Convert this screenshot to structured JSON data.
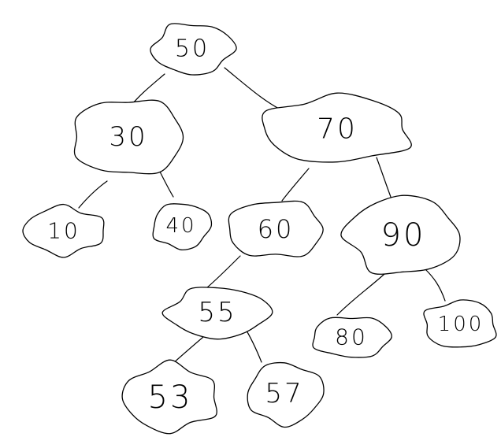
{
  "tree": {
    "nodes": [
      {
        "id": "n50",
        "label": "50"
      },
      {
        "id": "n30",
        "label": "30"
      },
      {
        "id": "n70",
        "label": "70"
      },
      {
        "id": "n10",
        "label": "10"
      },
      {
        "id": "n40",
        "label": "40"
      },
      {
        "id": "n60",
        "label": "60"
      },
      {
        "id": "n90",
        "label": "90"
      },
      {
        "id": "n55",
        "label": "55"
      },
      {
        "id": "n80",
        "label": "80"
      },
      {
        "id": "n100",
        "label": "100"
      },
      {
        "id": "n53",
        "label": "53"
      },
      {
        "id": "n57",
        "label": "57"
      }
    ],
    "edges": [
      {
        "from": "n50",
        "to": "n30"
      },
      {
        "from": "n50",
        "to": "n70"
      },
      {
        "from": "n30",
        "to": "n10"
      },
      {
        "from": "n30",
        "to": "n40"
      },
      {
        "from": "n70",
        "to": "n60"
      },
      {
        "from": "n70",
        "to": "n90"
      },
      {
        "from": "n60",
        "to": "n55"
      },
      {
        "from": "n90",
        "to": "n80"
      },
      {
        "from": "n90",
        "to": "n100"
      },
      {
        "from": "n55",
        "to": "n53"
      },
      {
        "from": "n55",
        "to": "n57"
      }
    ]
  }
}
